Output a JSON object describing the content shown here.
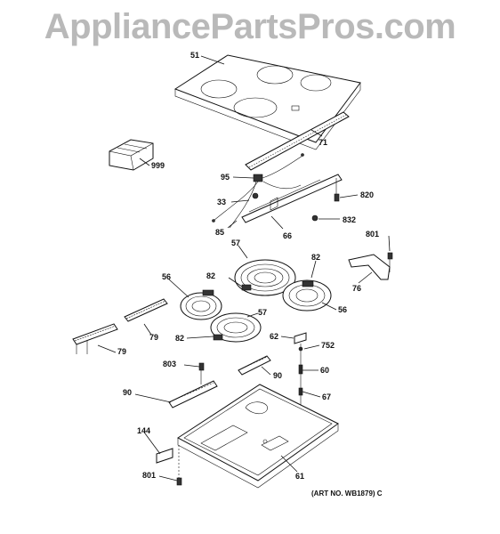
{
  "watermark": "AppliancePartsPros.com",
  "art_no": "(ART NO. WB1879) C",
  "labels": {
    "p51": "51",
    "p999": "999",
    "p71": "71",
    "p95": "95",
    "p820": "820",
    "p33": "33",
    "p832": "832",
    "p85": "85",
    "p66": "66",
    "p801a": "801",
    "p57a": "57",
    "p82a": "82",
    "p82b": "82",
    "p56a": "56",
    "p76": "76",
    "p56b": "56",
    "p57b": "57",
    "p79a": "79",
    "p82c": "82",
    "p62": "62",
    "p752": "752",
    "p79b": "79",
    "p803": "803",
    "p60": "60",
    "p90a": "90",
    "p90b": "90",
    "p67": "67",
    "p144": "144",
    "p61": "61",
    "p801b": "801"
  }
}
